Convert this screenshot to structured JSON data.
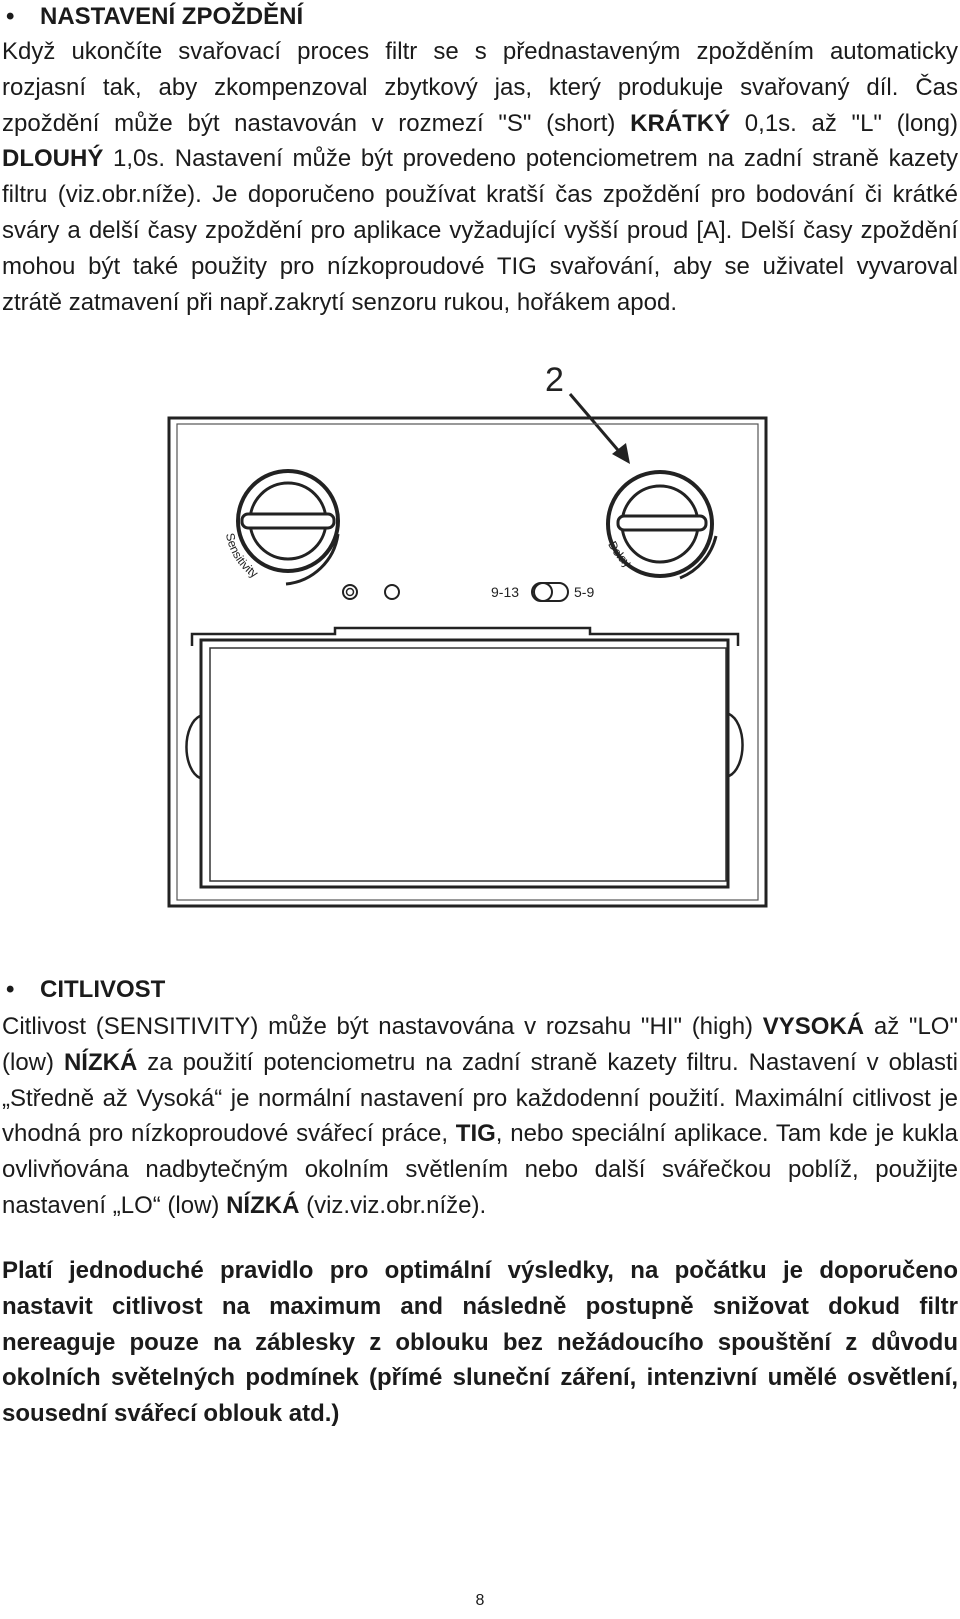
{
  "section_delay": {
    "bullet": "•",
    "title": "NASTAVENÍ ZPOŽDĚNÍ",
    "p1_a": "Když ukončíte svařovací proces filtr se s přednastaveným zpožděním automaticky rozjasní tak, aby zkompenzoval zbytkový jas, který produkuje svařovaný díl. Čas zpoždění může být nastavován v rozmezí \"S\" (short) ",
    "p1_b": "KRÁTKÝ",
    "p1_c": " 0,1s. až \"L\" (long) ",
    "p1_d": "DLOUHÝ",
    "p1_e": " 1,0s. Nastavení může být provedeno potenciometrem na zadní straně kazety filtru (viz.obr.níže). Je doporučeno používat kratší čas zpoždění pro bodování či krátké sváry a delší časy zpoždění pro aplikace vyžadující vyšší proud [A]. Delší časy zpoždění mohou být také použity pro nízkoproudové TIG svařování, aby se uživatel vyvaroval ztrátě zatmavení při např.zakrytí senzoru rukou, hořákem apod."
  },
  "figure": {
    "callout_number": "2",
    "knob_left_label": "Sensitivity",
    "knob_right_label": "Delay",
    "switch_left_label": "9-13",
    "switch_right_label": "5-9"
  },
  "section_sensitivity": {
    "bullet": "•",
    "title": "CITLIVOST",
    "p1_a": "Citlivost (SENSITIVITY) může být nastavována v rozsahu \"HI\" (high) ",
    "p1_b": "VYSOKÁ",
    "p1_c": " až \"LO\" (low) ",
    "p1_d": "NÍZKÁ",
    "p1_e": " za použití potenciometru na zadní straně kazety filtru. Nastavení v oblasti „Středně až Vysoká“ je normální nastavení pro každodenní použití. Maximální citlivost je vhodná pro nízkoproudové svářecí práce, ",
    "p1_f": "TIG",
    "p1_g": ", nebo speciální aplikace. Tam kde je kukla ovlivňována nadbytečným okolním světlením nebo další svářečkou poblíž, použijte nastavení „LO“ (low) ",
    "p1_h": "NÍZKÁ",
    "p1_i": " (viz.viz.obr.níže).",
    "p2": "Platí jednoduché pravidlo pro optimální výsledky, na počátku je doporučeno nastavit citlivost na maximum and následně postupně snižovat dokud filtr nereaguje pouze na záblesky z oblouku bez nežádoucího spouštění z důvodu okolních světelných podmínek (přímé sluneční záření, intenzivní umělé osvětlení, sousední svářecí oblouk atd.)"
  },
  "page_number": "8"
}
